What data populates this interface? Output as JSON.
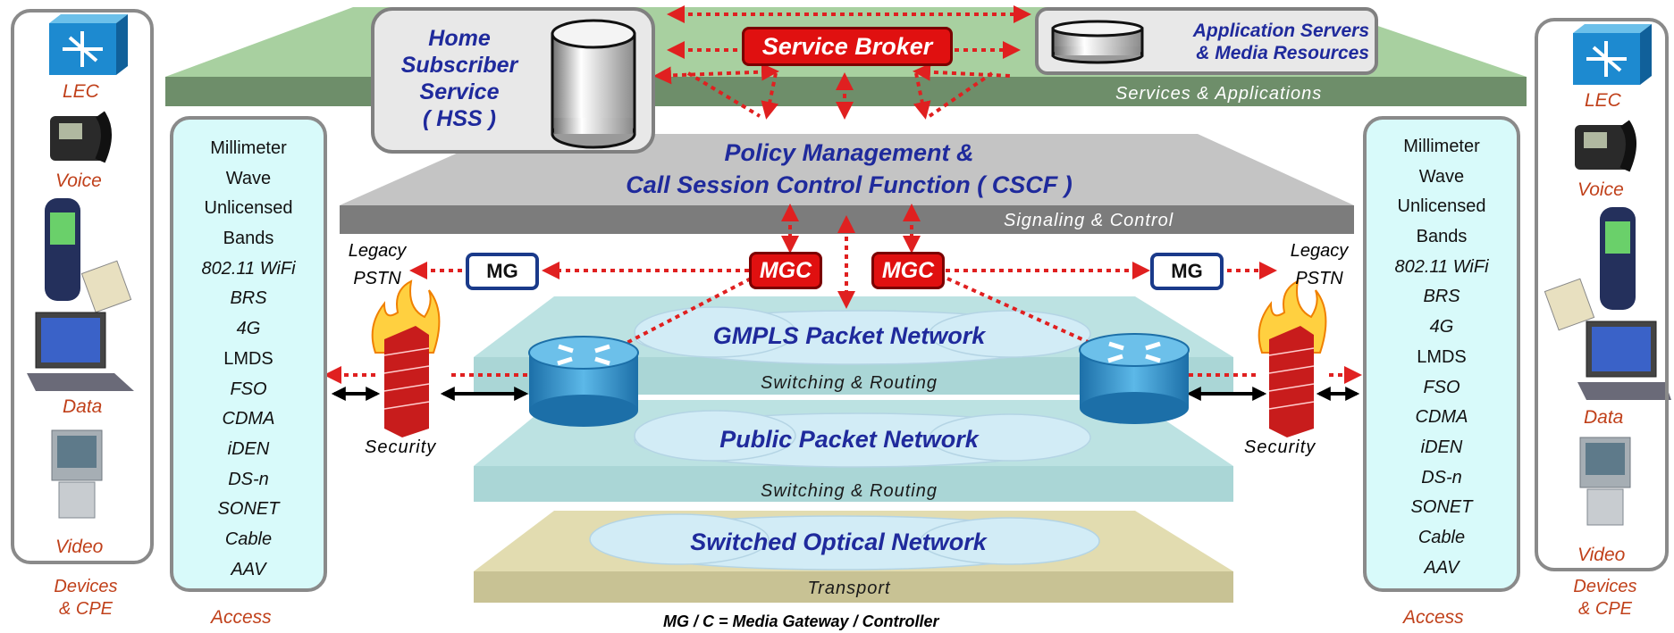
{
  "top_left_box": {
    "line1": "Home",
    "line2": "Subscriber",
    "line3": "Service",
    "line4": "( HSS )"
  },
  "service_broker": "Service Broker",
  "app_servers": {
    "line1": "Application Servers",
    "line2": "& Media Resources"
  },
  "services_band": "Services & Applications",
  "cscf": {
    "line1": "Policy Management &",
    "line2": "Call Session Control Function ( CSCF )"
  },
  "signaling_band": "Signaling & Control",
  "mgc_label": "MGC",
  "mg_label": "MG",
  "legacy": {
    "line1": "Legacy",
    "line2": "PSTN"
  },
  "gmpls": {
    "title": "GMPLS Packet Network",
    "band": "Switching & Routing"
  },
  "public": {
    "title": "Public Packet Network",
    "band": "Switching & Routing"
  },
  "optical": {
    "title": "Switched Optical Network",
    "band": "Transport"
  },
  "security_label": "Security",
  "footnote": "MG / C = Media Gateway / Controller",
  "devices": {
    "lec": "LEC",
    "voice": "Voice",
    "data": "Data",
    "video": "Video",
    "caption_line1": "Devices",
    "caption_line2": "& CPE"
  },
  "access": {
    "caption": "Access",
    "items": [
      {
        "text": "Millimeter",
        "italic": false
      },
      {
        "text": "Wave",
        "italic": false
      },
      {
        "text": "Unlicensed",
        "italic": false
      },
      {
        "text": "Bands",
        "italic": false
      },
      {
        "text": "802.11 WiFi",
        "italic": true
      },
      {
        "text": "BRS",
        "italic": true
      },
      {
        "text": "4G",
        "italic": true
      },
      {
        "text": "LMDS",
        "italic": false
      },
      {
        "text": "FSO",
        "italic": true
      },
      {
        "text": "CDMA",
        "italic": true
      },
      {
        "text": "iDEN",
        "italic": true
      },
      {
        "text": "DS-n",
        "italic": true
      },
      {
        "text": "SONET",
        "italic": true
      },
      {
        "text": "Cable",
        "italic": true
      },
      {
        "text": "AAV",
        "italic": true
      }
    ]
  },
  "colors": {
    "services_green": "#a8d0a0",
    "signal_gray": "#c0c0c0",
    "network_teal": "#b8e0e0",
    "transport_khaki": "#dcd8a8",
    "access_fill": "#d8fafa",
    "arrow_red": "#e02020",
    "navy_text": "#1f2a9c",
    "label_orange": "#c0401a"
  }
}
